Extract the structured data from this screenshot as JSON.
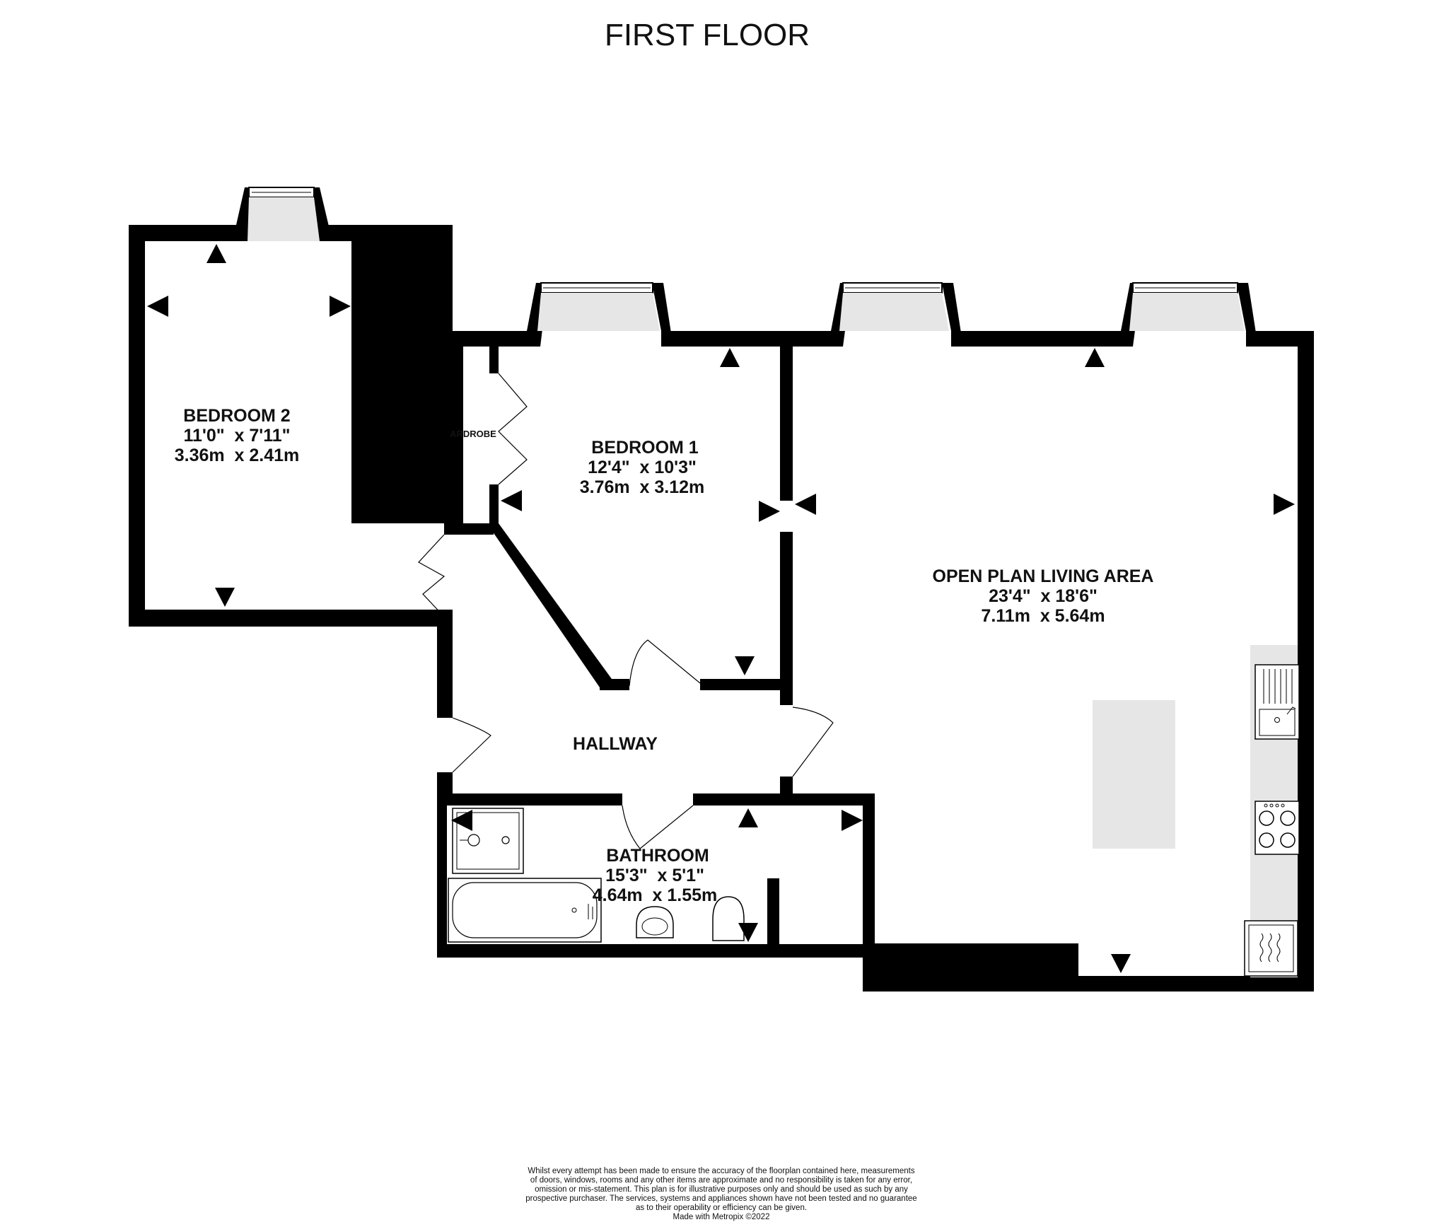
{
  "title": "FIRST FLOOR",
  "rooms": {
    "bedroom2": {
      "name": "BEDROOM 2",
      "imperial": "11'0\"  x 7'11\"",
      "metric": "3.36m  x 2.41m"
    },
    "bedroom1": {
      "name": "BEDROOM 1",
      "imperial": "12'4\"  x 10'3\"",
      "metric": "3.76m  x 3.12m"
    },
    "living": {
      "name": "OPEN PLAN LIVING AREA",
      "imperial": "23'4\"  x 18'6\"",
      "metric": "7.11m  x 5.64m"
    },
    "hallway": {
      "name": "HALLWAY"
    },
    "bathroom": {
      "name": "BATHROOM",
      "imperial": "15'3\"  x 5'1\"",
      "metric": "4.64m  x 1.55m"
    },
    "wardrobe": {
      "name": "ARDROBE"
    }
  },
  "disclaimer": [
    "Whilst every attempt has been made to ensure the accuracy of the floorplan contained here, measurements",
    "of doors, windows, rooms and any other items are approximate and no responsibility is taken for any error,",
    "omission or mis-statement. This plan is for illustrative purposes only and should be used as such by any",
    "prospective purchaser. The services, systems and appliances shown have not been tested and no guarantee",
    "as to their operability or efficiency can be given.",
    "Made with Metropix ©2022"
  ],
  "colors": {
    "wall": "#000000",
    "fixture": "#e6e6e6",
    "background": "#ffffff"
  }
}
